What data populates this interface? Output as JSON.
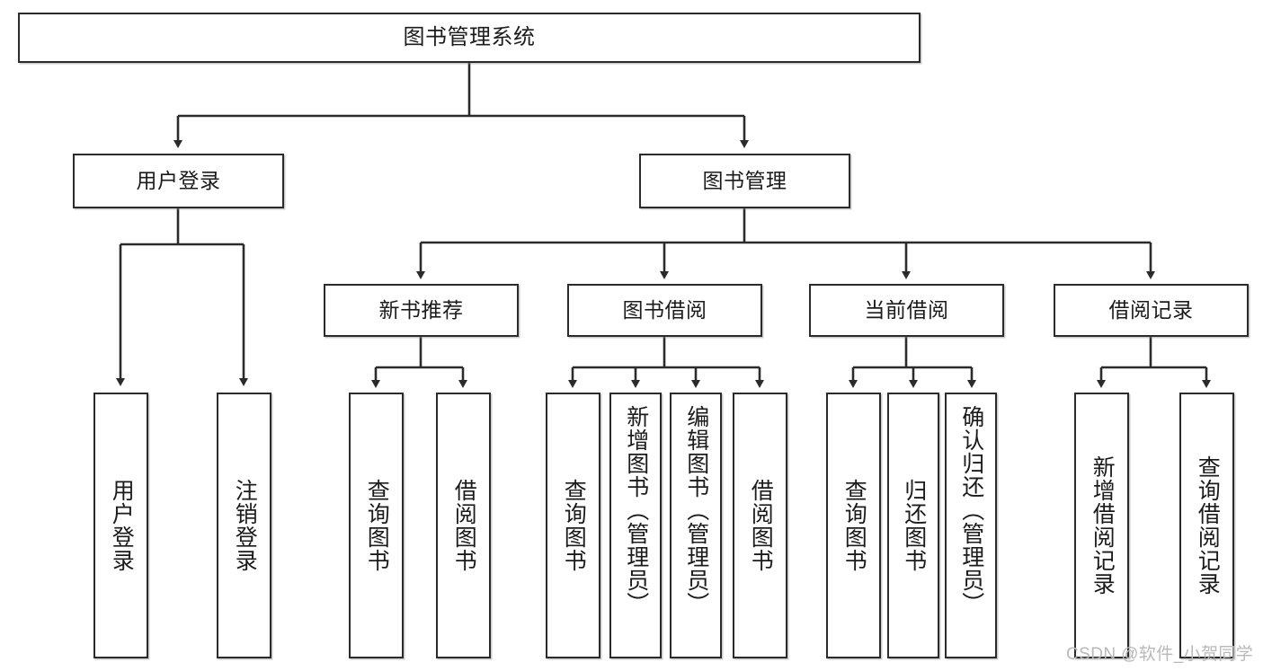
{
  "diagram": {
    "type": "tree-hierarchy",
    "title": "图书管理系统",
    "orientation": "top-down",
    "colors": {
      "box_border": "#2b2b2b",
      "box_fill": "#ffffff",
      "connector": "#2b2b2b",
      "text": "#1b1b1b",
      "watermark": "#b9b9b9"
    },
    "root": {
      "label": "图书管理系统"
    },
    "level2": [
      {
        "label": "用户登录"
      },
      {
        "label": "图书管理"
      }
    ],
    "level3": [
      {
        "label": "新书推荐"
      },
      {
        "label": "图书借阅"
      },
      {
        "label": "当前借阅"
      },
      {
        "label": "借阅记录"
      }
    ],
    "leaves": {
      "user_login": [
        {
          "label": "用户登录"
        },
        {
          "label": "注销登录"
        }
      ],
      "new_book_recommend": [
        {
          "label": "查询图书"
        },
        {
          "label": "借阅图书"
        }
      ],
      "book_borrow": [
        {
          "label": "查询图书"
        },
        {
          "label": "新增图书（管理员）"
        },
        {
          "label": "编辑图书（管理员）"
        },
        {
          "label": "借阅图书"
        }
      ],
      "current_borrow": [
        {
          "label": "查询图书"
        },
        {
          "label": "归还图书"
        },
        {
          "label": "确认归还（管理员）"
        }
      ],
      "borrow_record": [
        {
          "label": "新增借阅记录"
        },
        {
          "label": "查询借阅记录"
        }
      ]
    }
  },
  "watermark": {
    "text": "CSDN @软件_小贺同学"
  }
}
